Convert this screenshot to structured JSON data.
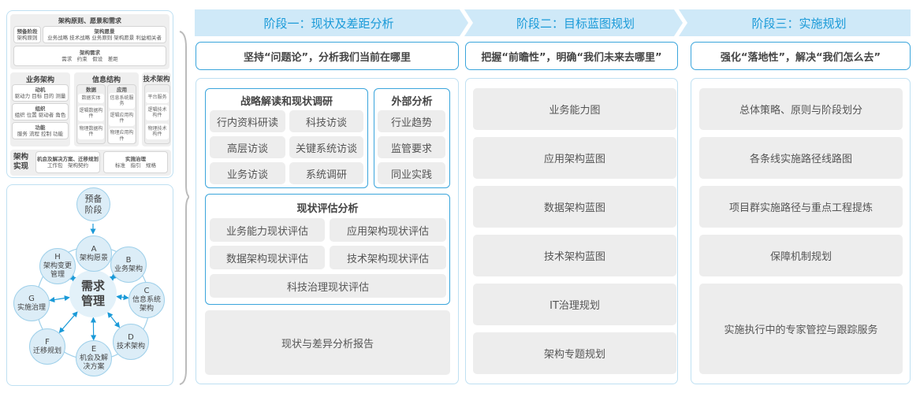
{
  "left_top": {
    "title": "架构原则、愿景和需求",
    "prep": {
      "title": "预备阶段",
      "items": "架构原则"
    },
    "vision": {
      "title": "架构愿景",
      "items": "业务战略 技术战略 业务原则 架构愿景 利益相关者"
    },
    "req": {
      "title": "架构需求",
      "items": "需求　约束　假设　差距"
    },
    "business": {
      "title": "业务架构",
      "groups": [
        {
          "title": "动机",
          "items": "驱动力 目标 目的 测量"
        },
        {
          "title": "组织",
          "items": "组织 位置 驱动者 角色"
        },
        {
          "title": "功能",
          "items": "服务 流程 控制 功能"
        }
      ]
    },
    "info": {
      "title": "信息结构",
      "data": {
        "title": "数据",
        "items": [
          "数据实体",
          "逻辑数据构件",
          "物理数据构件"
        ]
      },
      "app": {
        "title": "应用",
        "items": [
          "信息系统服务",
          "逻辑应用构件",
          "物理应用构件"
        ]
      }
    },
    "tech": {
      "title": "技术架构",
      "items": [
        "平台服务",
        "逻辑技术构件",
        "物理技术构件"
      ]
    },
    "impl": {
      "title": "架构实现",
      "opp": {
        "title": "机会及解决方案、迁移规划",
        "items": "工作包　架构契约"
      },
      "gov": {
        "title": "实施治理",
        "items": "标准　指引　规格"
      }
    }
  },
  "cycle": {
    "center": "需求管理",
    "prep": "预备阶段",
    "nodes": [
      {
        "letter": "A",
        "label": "架构愿景"
      },
      {
        "letter": "B",
        "label": "业务架构"
      },
      {
        "letter": "C",
        "label": "信息系统架构"
      },
      {
        "letter": "D",
        "label": "技术架构"
      },
      {
        "letter": "E",
        "label": "机会及解决方案"
      },
      {
        "letter": "F",
        "label": "迁移规划"
      },
      {
        "letter": "G",
        "label": "实施治理"
      },
      {
        "letter": "H",
        "label": "架构变更管理"
      }
    ]
  },
  "stages": [
    {
      "title": "阶段一：现状及差距分析",
      "slogan": "坚持“问题论”，分析我们当前在哪里",
      "research": {
        "title": "战略解读和现状调研",
        "items": [
          "行内资料研读",
          "科技访谈",
          "高层访谈",
          "关键系统访谈",
          "业务访谈",
          "系统调研"
        ]
      },
      "external": {
        "title": "外部分析",
        "items": [
          "行业趋势",
          "监管要求",
          "同业实践"
        ]
      },
      "assess": {
        "title": "现状评估分析",
        "items": [
          "业务能力现状评估",
          "应用架构现状评估",
          "数据架构现状评估",
          "技术架构现状评估",
          "科技治理现状评估"
        ]
      },
      "report": "现状与差异分析报告"
    },
    {
      "title": "阶段二：目标蓝图规划",
      "slogan": "把握“前瞻性”，明确“我们未来去哪里”",
      "items": [
        "业务能力图",
        "应用架构蓝图",
        "数据架构蓝图",
        "技术架构蓝图",
        "IT治理规划",
        "架构专题规划"
      ]
    },
    {
      "title": "阶段三：实施规划",
      "slogan": "强化“落地性”，解决“我们怎么去”",
      "items": [
        "总体策略、原则与阶段划分",
        "各条线实施路径线路图",
        "项目群实施路径与重点工程提炼",
        "保障机制规划",
        "实施执行中的专家管控与跟踪服务"
      ]
    }
  ],
  "colors": {
    "accent": "#1a9ad8",
    "header_bg": "#cfe9f8",
    "border": "#3aa5dc",
    "cell": "#ededed"
  }
}
